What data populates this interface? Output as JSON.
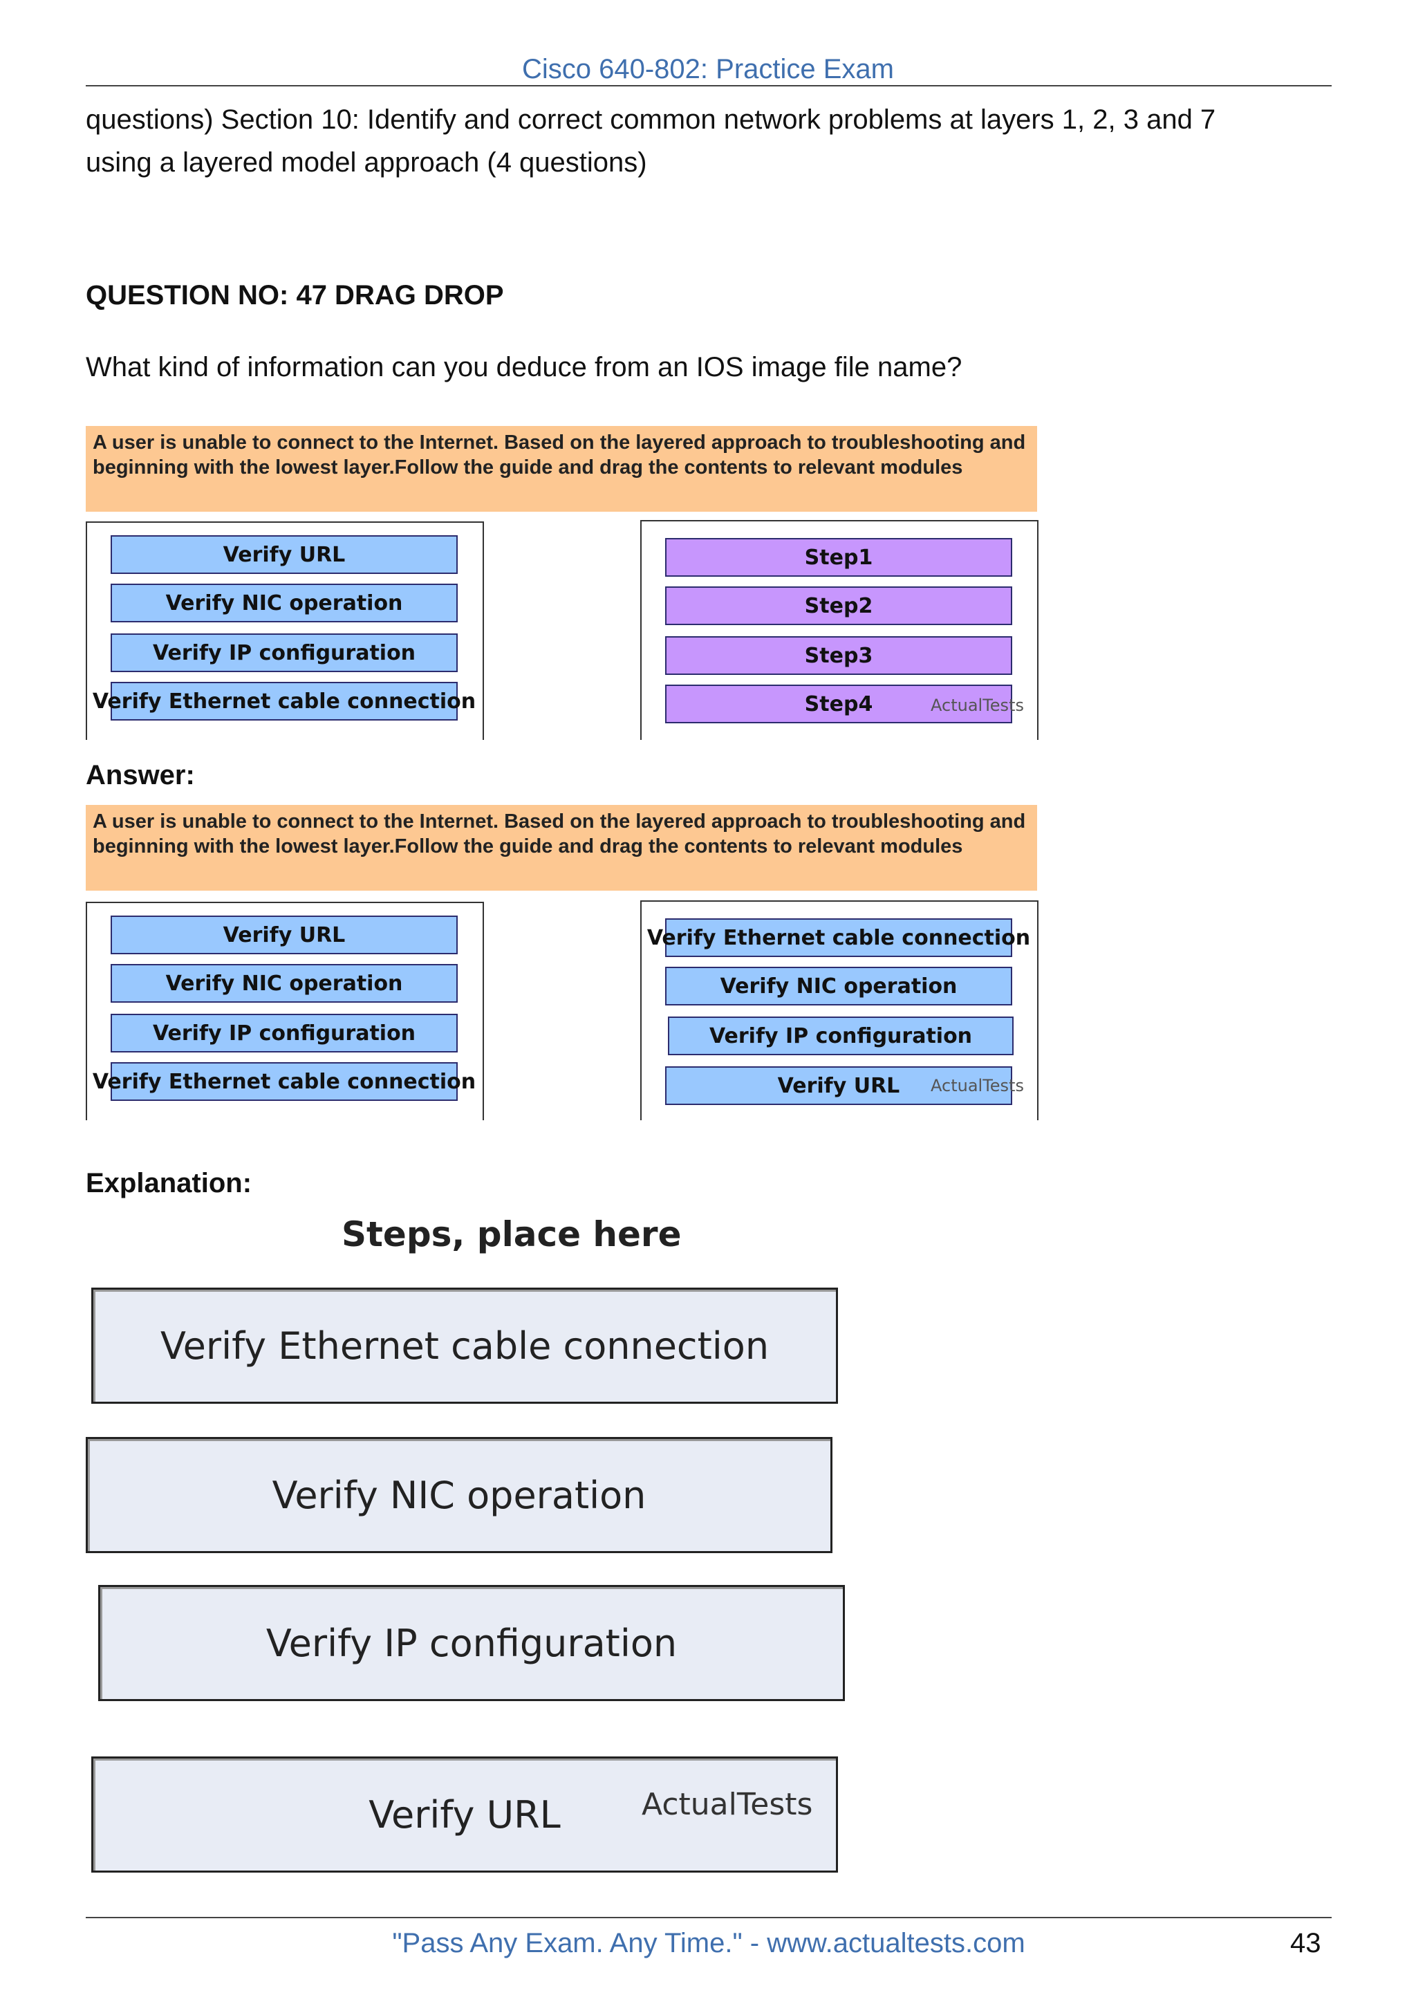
{
  "header": {
    "title": "Cisco 640-802: Practice Exam"
  },
  "intro_text": {
    "line1": "questions)  Section 10: Identify and correct common network problems at layers 1, 2, 3 and 7",
    "line2": "using a layered model approach (4 questions)"
  },
  "question": {
    "heading": "QUESTION NO: 47 DRAG DROP",
    "text": "What kind of information can you deduce from an IOS image file name?"
  },
  "question_image": {
    "banner": "A user is unable to connect to the Internet. Based on the layered approach to troubleshooting and beginning with the lowest layer.Follow the guide and drag the contents to relevant modules",
    "left_items": [
      "Verify URL",
      "Verify NIC operation",
      "Verify IP configuration",
      "Verify Ethernet cable connection"
    ],
    "right_items": [
      "Step1",
      "Step2",
      "Step3",
      "Step4"
    ],
    "watermark": "ActualTests"
  },
  "answer": {
    "label": "Answer:",
    "banner": "A user is unable to connect to the Internet. Based on the layered approach to troubleshooting and beginning with the lowest layer.Follow the guide and drag the contents to relevant modules",
    "left_items": [
      "Verify URL",
      "Verify NIC operation",
      "Verify IP configuration",
      "Verify Ethernet cable connection"
    ],
    "right_items": [
      "Verify Ethernet cable connection",
      "Verify NIC operation",
      "Verify IP configuration",
      "Verify URL"
    ],
    "watermark": "ActualTests"
  },
  "explanation": {
    "label": "Explanation:",
    "title": "Steps, place here",
    "items": [
      "Verify Ethernet cable connection",
      "Verify NIC operation",
      "Verify IP configuration",
      "Verify URL"
    ],
    "watermark": "ActualTests"
  },
  "footer": {
    "text": "\"Pass Any Exam. Any Time.\"  -  www.actualtests.com",
    "page_number": "43"
  },
  "colors": {
    "header_blue": "#3f6fae",
    "banner_orange": "#fdc892",
    "item_blue": "#99c8fe",
    "step_purple": "#c796fd"
  }
}
